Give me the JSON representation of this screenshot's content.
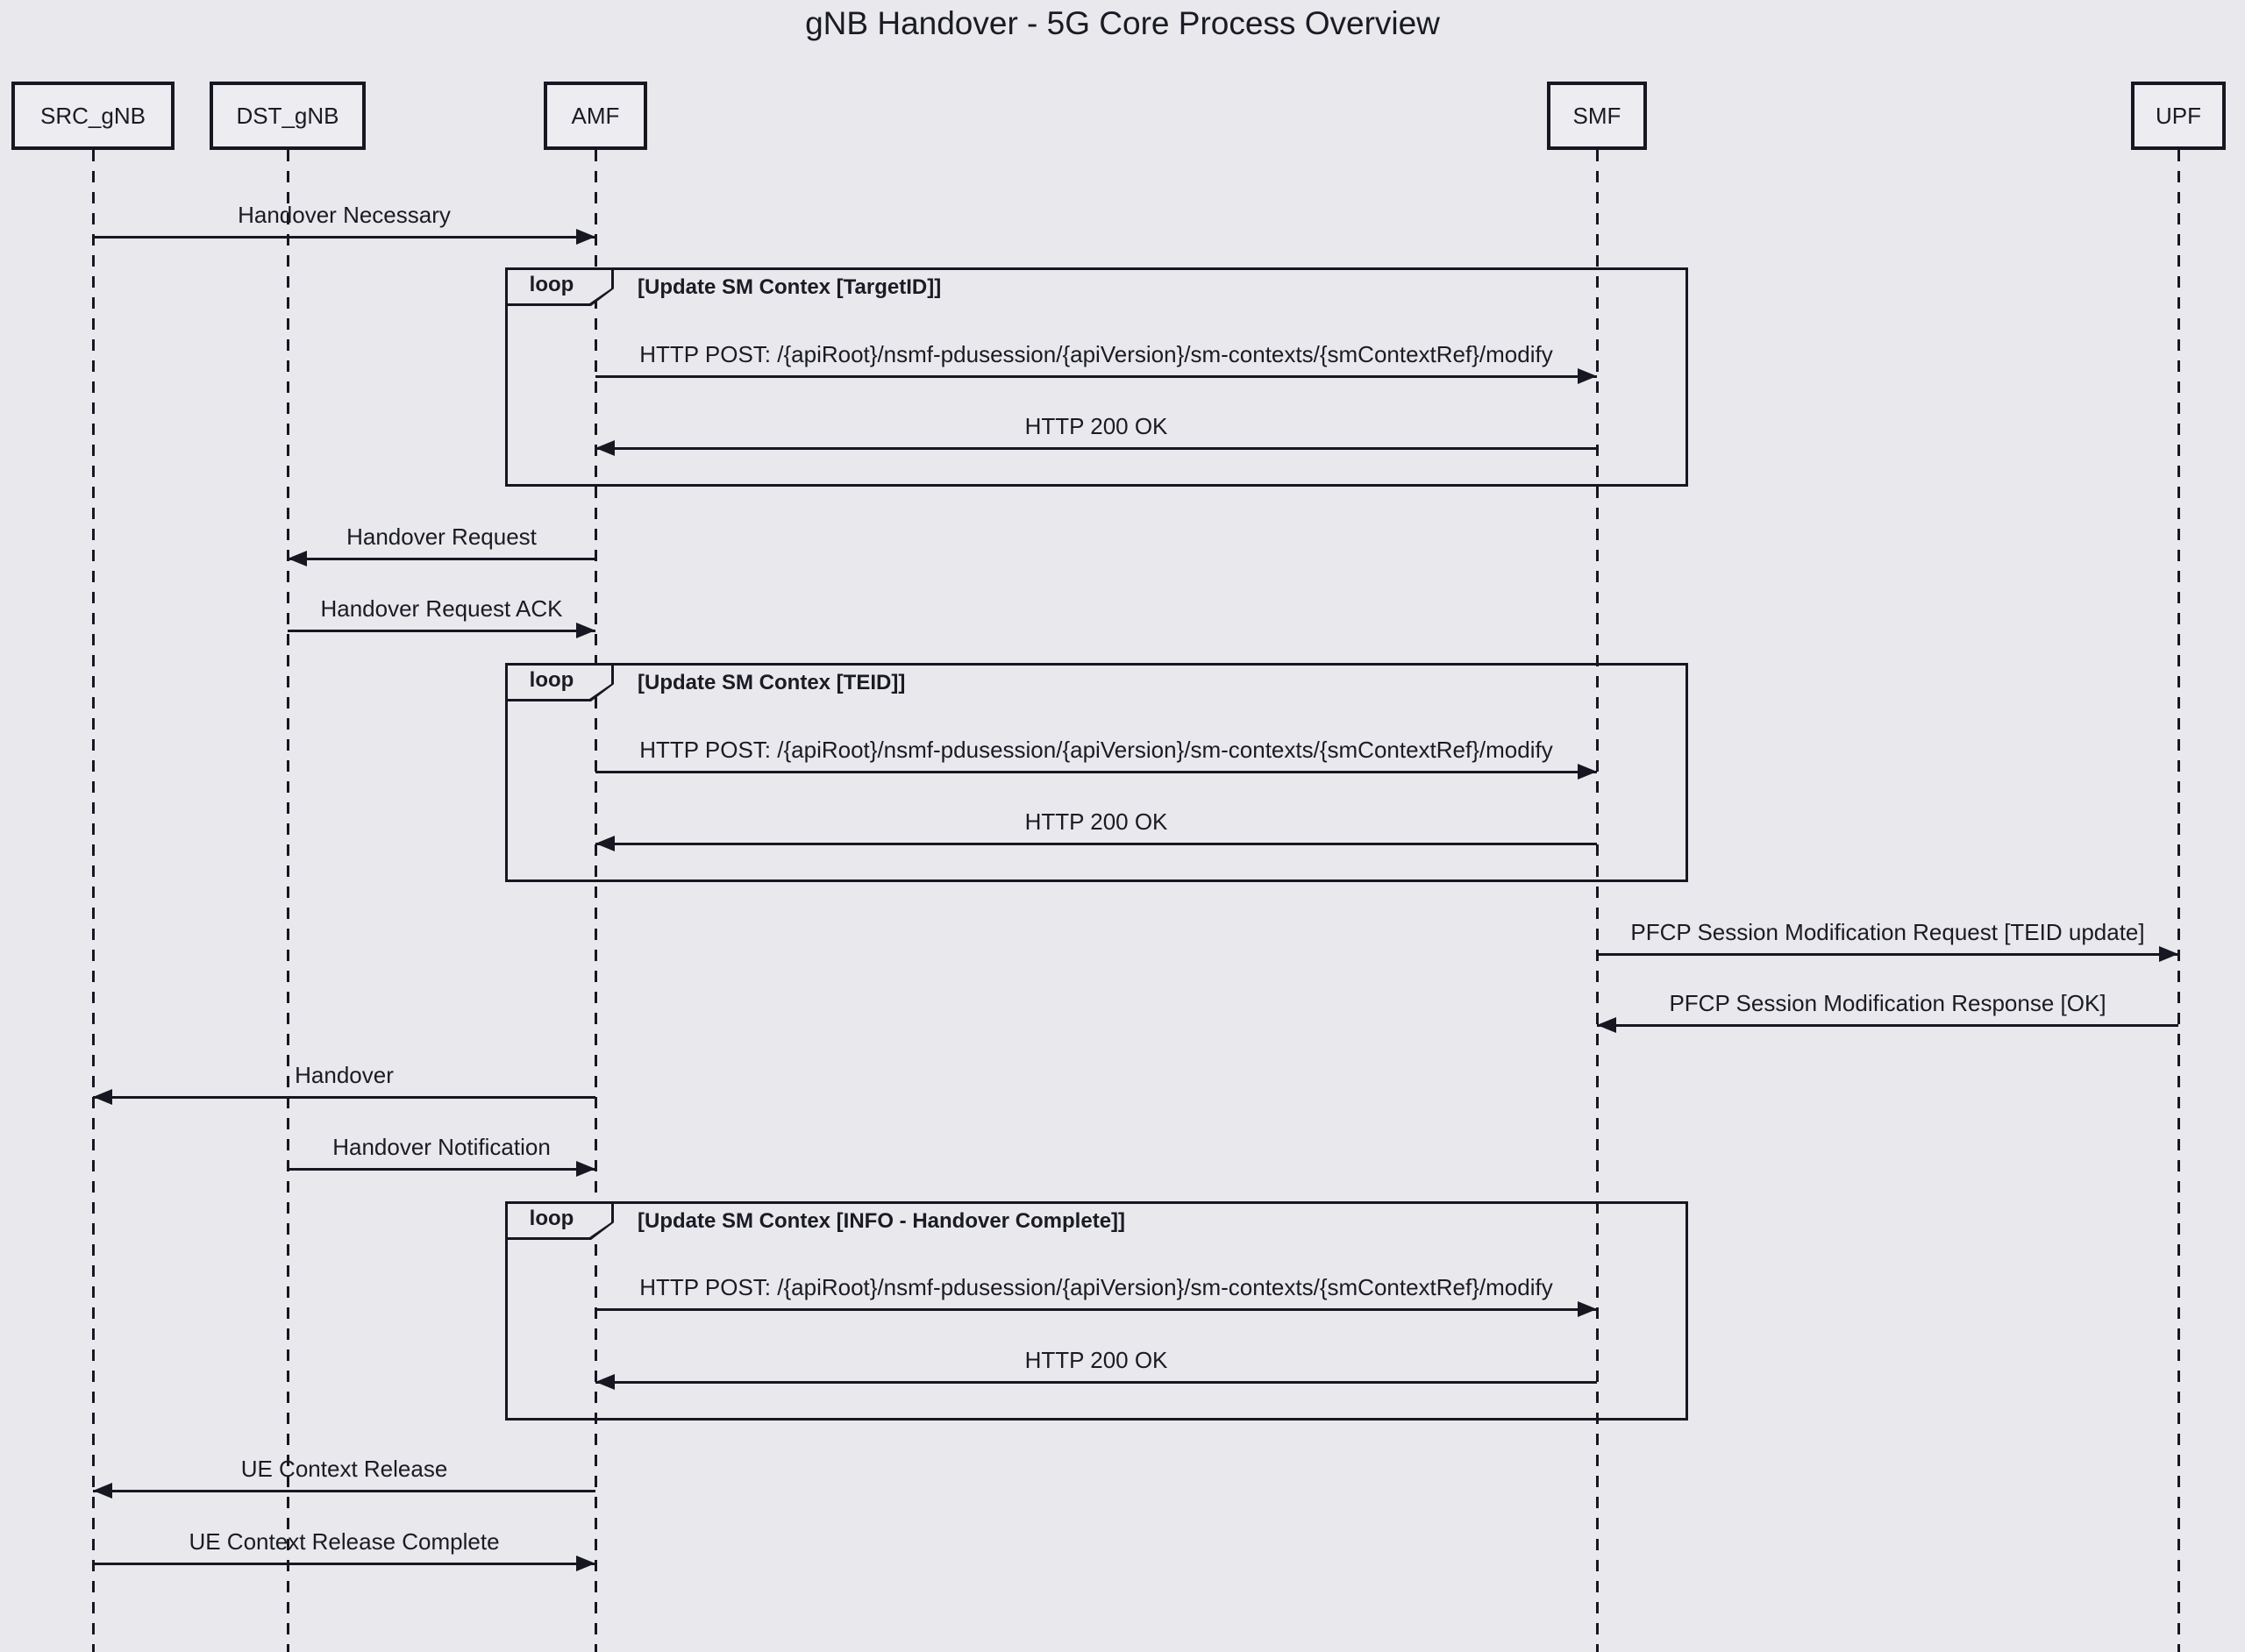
{
  "title": "gNB Handover - 5G Core Process Overview",
  "participants": [
    {
      "id": "SRC_gNB",
      "label": "SRC_gNB"
    },
    {
      "id": "DST_gNB",
      "label": "DST_gNB"
    },
    {
      "id": "AMF",
      "label": "AMF"
    },
    {
      "id": "SMF",
      "label": "SMF"
    },
    {
      "id": "UPF",
      "label": "UPF"
    }
  ],
  "colors": {
    "background": "#e8e8ed",
    "participant_fill": "#ececf1",
    "line": "#171722",
    "text": "#1b1b24"
  },
  "events": [
    {
      "type": "message",
      "from": "SRC_gNB",
      "to": "AMF",
      "label": "Handover Necessary"
    },
    {
      "type": "loop_start",
      "tag": "loop",
      "title": "[Update SM Contex [TargetID]]"
    },
    {
      "type": "message",
      "from": "AMF",
      "to": "SMF",
      "label": "HTTP POST: /{apiRoot}/nsmf-pdusession/{apiVersion}/sm-contexts/{smContextRef}/modify"
    },
    {
      "type": "message",
      "from": "SMF",
      "to": "AMF",
      "label": "HTTP 200 OK"
    },
    {
      "type": "loop_end"
    },
    {
      "type": "message",
      "from": "AMF",
      "to": "DST_gNB",
      "label": "Handover Request"
    },
    {
      "type": "message",
      "from": "DST_gNB",
      "to": "AMF",
      "label": "Handover Request ACK"
    },
    {
      "type": "loop_start",
      "tag": "loop",
      "title": "[Update SM Contex [TEID]]"
    },
    {
      "type": "message",
      "from": "AMF",
      "to": "SMF",
      "label": "HTTP POST: /{apiRoot}/nsmf-pdusession/{apiVersion}/sm-contexts/{smContextRef}/modify"
    },
    {
      "type": "message",
      "from": "SMF",
      "to": "AMF",
      "label": "HTTP 200 OK"
    },
    {
      "type": "loop_end"
    },
    {
      "type": "message",
      "from": "SMF",
      "to": "UPF",
      "label": "PFCP Session Modification Request [TEID update]"
    },
    {
      "type": "message",
      "from": "UPF",
      "to": "SMF",
      "label": "PFCP Session Modification Response [OK]"
    },
    {
      "type": "message",
      "from": "AMF",
      "to": "SRC_gNB",
      "label": "Handover"
    },
    {
      "type": "message",
      "from": "DST_gNB",
      "to": "AMF",
      "label": "Handover Notification"
    },
    {
      "type": "loop_start",
      "tag": "loop",
      "title": "[Update SM Contex [INFO - Handover Complete]]"
    },
    {
      "type": "message",
      "from": "AMF",
      "to": "SMF",
      "label": "HTTP POST: /{apiRoot}/nsmf-pdusession/{apiVersion}/sm-contexts/{smContextRef}/modify"
    },
    {
      "type": "message",
      "from": "SMF",
      "to": "AMF",
      "label": "HTTP 200 OK"
    },
    {
      "type": "loop_end"
    },
    {
      "type": "message",
      "from": "AMF",
      "to": "SRC_gNB",
      "label": "UE Context Release"
    },
    {
      "type": "message",
      "from": "SRC_gNB",
      "to": "AMF",
      "label": "UE Context Release Complete"
    }
  ]
}
